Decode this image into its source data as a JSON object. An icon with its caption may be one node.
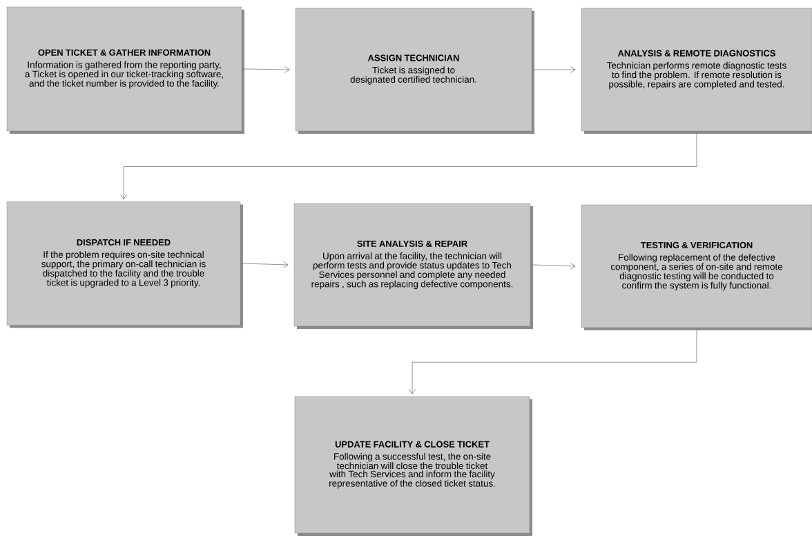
{
  "diagram": {
    "nodes": [
      {
        "text": [
          "OPEN TICKET & GATHER INFORMATION",
          "Information is gathered from the reporting party, a Ticket is opened in our ticket-tracking software, and the ticket number is provided to the facility."
        ]
      },
      {
        "text": [
          "ASSIGN TECHNICIAN",
          "Ticket is assigned to designated certified technician."
        ]
      },
      {
        "text": [
          "ANALYSIS & REMOTE DIAGNOSTICS",
          "Technician performs remote diagnostic tests to find the problem. If remote resolution is possible, repairs are completed and tested."
        ]
      },
      {
        "text": [
          "DISPATCH IF NEEDED",
          "If the problem requires on-site technical support, the primary on-call technician is dispatched to the facility and the trouble ticket is upgraded to a Level 3 priority."
        ]
      },
      {
        "text": [
          "SITE ANALYSIS & REPAIR",
          "Upon arrival at the facility, the technician will perform tests and provide status updates to Tech Services personnel and complete any needed repairs , such as replacing defective components."
        ]
      },
      {
        "text": [
          "TESTING & VERIFICATION",
          "Following replacement of the defective component, a series of on-site and remote diagnostic testing will be conducted to confirm the system is fully functional."
        ]
      },
      {
        "text": [
          "UPDATE FACILITY & CLOSE TICKET",
          "Following a successful test, the on-site technician will close the trouble ticket with Tech Services and inform the facility representative of the closed ticket status."
        ]
      }
    ],
    "edges": [
      {
        "from": 0,
        "to": 1,
        "arrow": "to"
      },
      {
        "from": 1,
        "to": 2,
        "arrow": "to"
      },
      {
        "from": 2,
        "to": 3,
        "arrow": "to"
      },
      {
        "from": 3,
        "to": 4,
        "arrow": "to"
      },
      {
        "from": 4,
        "to": 5,
        "arrow": "to"
      },
      {
        "from": 5,
        "to": 6,
        "arrow": "to"
      }
    ]
  }
}
